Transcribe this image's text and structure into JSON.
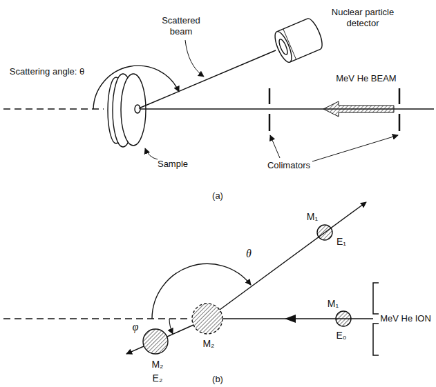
{
  "diagram": {
    "labels": [
      "Nuclear particle detector",
      "Scattered beam",
      "Scattering angle: θ",
      "MeV He BEAM",
      "Sample",
      "Colimators",
      "(a)",
      "θ",
      "M₁",
      "E₁",
      "M₁",
      "E₀",
      "MeV He ION",
      "φ",
      "M₂",
      "E₂",
      "M₂",
      "(b)"
    ]
  }
}
